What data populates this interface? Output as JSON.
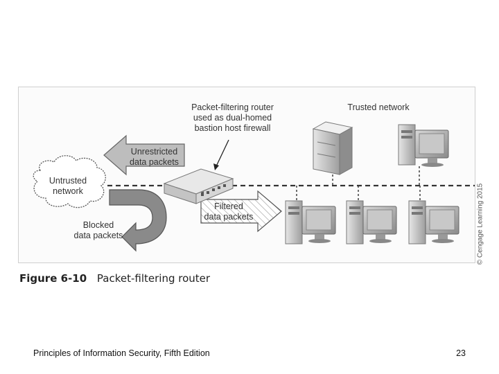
{
  "figure": {
    "labels": {
      "router": "Packet-filtering router\nused as dual-homed\nbastion host firewall",
      "trusted_network": "Trusted network",
      "unrestricted": "Unrestricted\ndata packets",
      "untrusted": "Untrusted\nnetwork",
      "filtered": "Filtered\ndata packets",
      "blocked": "Blocked\ndata packets",
      "copyright": "© Cengage Learning 2015"
    },
    "caption_number": "Figure 6-10",
    "caption_title": "Packet-filtering router"
  },
  "footer": {
    "title": "Principles of Information Security, Fifth Edition",
    "page": "23"
  },
  "colors": {
    "arrow_gray": "#bdbdbd",
    "blocked_arrow": "#8a8a8a",
    "line": "#333333",
    "frame": "#cfcfcf"
  }
}
